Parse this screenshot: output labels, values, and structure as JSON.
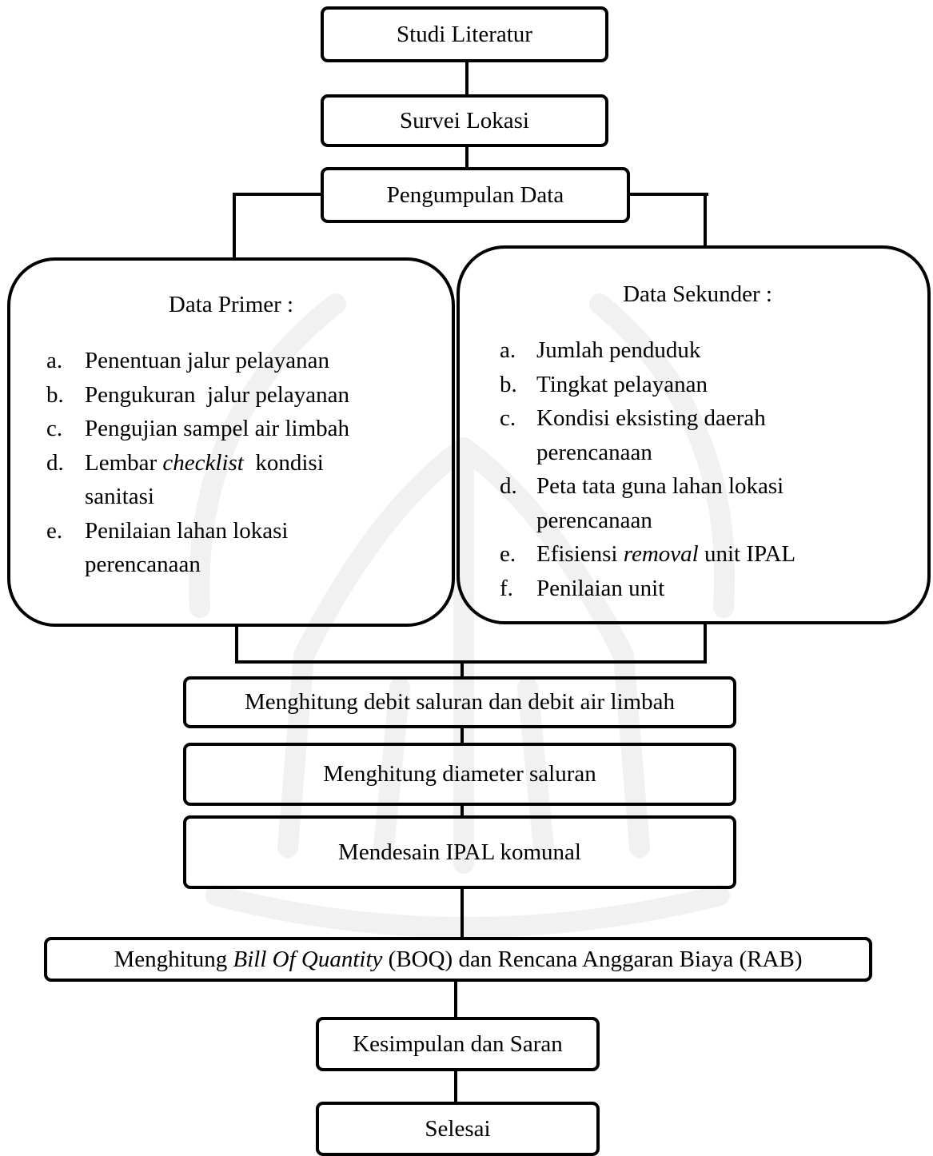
{
  "flow": {
    "step1": "Studi Literatur",
    "step2": "Survei Lokasi",
    "step3": "Pengumpulan Data",
    "primer": {
      "title": "Data Primer :",
      "items": [
        {
          "marker": "a.",
          "text": "Penentuan jalur pelayanan"
        },
        {
          "marker": "b.",
          "text": "Pengukuran  jalur pelayanan"
        },
        {
          "marker": "c.",
          "text": "Pengujian sampel air limbah"
        },
        {
          "marker": "d.",
          "pre": "Lembar ",
          "em": "checklist",
          "post": "  kondisi sanitasi"
        },
        {
          "marker": "e.",
          "text": "Penilaian lahan lokasi perencanaan"
        }
      ]
    },
    "sekunder": {
      "title": "Data Sekunder :",
      "items": [
        {
          "marker": "a.",
          "text": "Jumlah penduduk"
        },
        {
          "marker": "b.",
          "text": "Tingkat pelayanan"
        },
        {
          "marker": "c.",
          "text": "Kondisi eksisting daerah perencanaan"
        },
        {
          "marker": "d.",
          "text": "Peta tata guna lahan lokasi perencanaan"
        },
        {
          "marker": "e.",
          "pre": "Efisiensi ",
          "em": "removal",
          "post": " unit IPAL"
        },
        {
          "marker": "f.",
          "text": "Penilaian unit"
        }
      ]
    },
    "step4": "Menghitung debit saluran dan debit air limbah",
    "step5": "Menghitung diameter saluran",
    "step6": "Mendesain IPAL komunal",
    "step7": {
      "pre": "Menghitung ",
      "em": "Bill Of Quantity",
      "post": " (BOQ) dan Rencana Anggaran Biaya (RAB)"
    },
    "step8": "Kesimpulan dan Saran",
    "step9": "Selesai"
  },
  "watermark": {
    "color": "#f1f1f1"
  }
}
